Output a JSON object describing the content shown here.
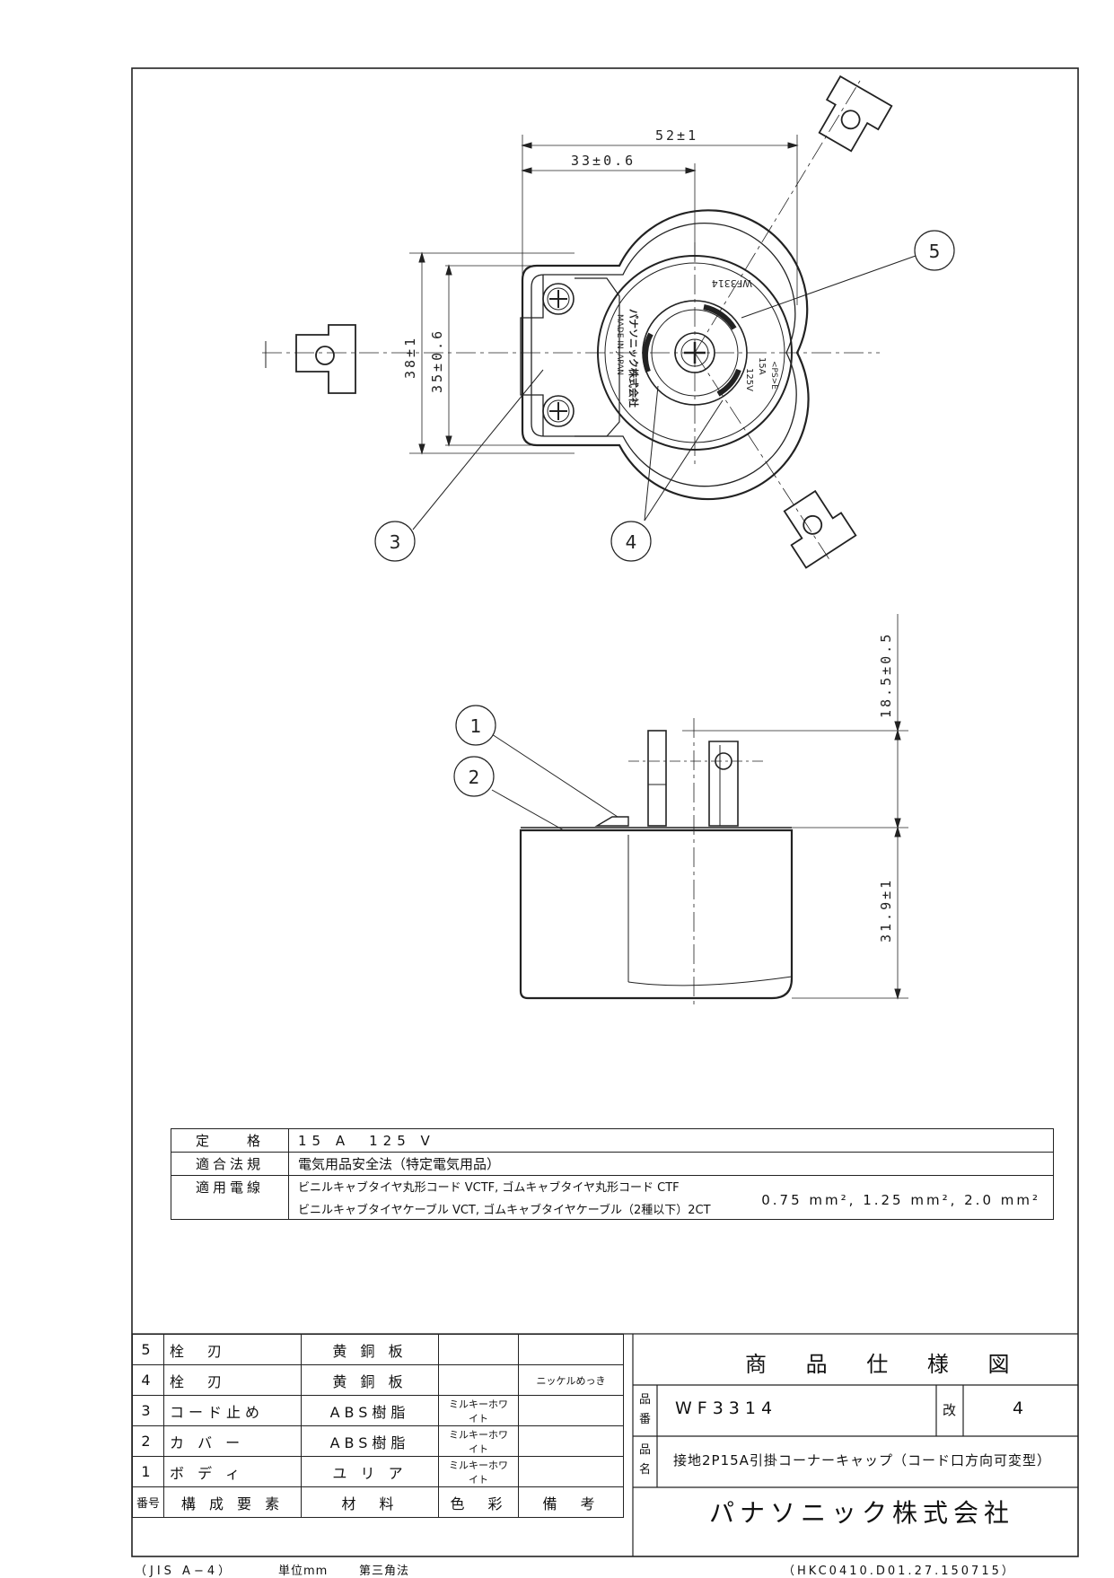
{
  "dimensions": {
    "width_total": "52±1",
    "width_center": "33±0.6",
    "height_total": "38±1",
    "height_inner": "35±0.6",
    "blade_height": "18.5±0.5",
    "body_height": "31.9±1"
  },
  "plate_text": {
    "brand": "パナソニック株式会社",
    "made_in": "MADE IN JAPAN",
    "model": "WF3314",
    "rating_a": "15A",
    "rating_v": "125V",
    "ps_mark": "<PS>E"
  },
  "callouts": [
    "1",
    "2",
    "3",
    "4",
    "5"
  ],
  "spec": {
    "rows": [
      {
        "label": "定　　格",
        "value": "15 A　125 V"
      },
      {
        "label": "適合法規",
        "value": "電気用品安全法（特定電気用品）"
      },
      {
        "label": "適用電線",
        "value_line1": "ビニルキャブタイヤ丸形コード VCTF, ゴムキャブタイヤ丸形コード CTF",
        "value_line2": "ビニルキャブタイヤケーブル VCT, ゴムキャブタイヤケーブル（2種以下）2CT",
        "sizes": "0.75 mm², 1.25 mm², 2.0 mm²"
      }
    ]
  },
  "parts": [
    {
      "no": "5",
      "name": "栓　刃",
      "material": "黄 銅 板",
      "color": "",
      "note": ""
    },
    {
      "no": "4",
      "name": "栓　刃",
      "material": "黄 銅 板",
      "color": "",
      "note": "ニッケルめっき"
    },
    {
      "no": "3",
      "name": "コード止め",
      "material": "ABS樹脂",
      "color": "ミルキーホワイト",
      "note": ""
    },
    {
      "no": "2",
      "name": "カ バ ー",
      "material": "ABS樹脂",
      "color": "ミルキーホワイト",
      "note": ""
    },
    {
      "no": "1",
      "name": "ボ デ ィ",
      "material": "ユ リ ア",
      "color": "ミルキーホワイト",
      "note": ""
    }
  ],
  "parts_header": {
    "no": "番号",
    "name": "構 成 要 素",
    "material": "材　料",
    "color": "色　彩",
    "note": "備　考"
  },
  "title_block": {
    "title": "商 品 仕 様 図",
    "pn_label_1": "品",
    "pn_label_2": "番",
    "part_number": "WF3314",
    "rev_label": "改",
    "rev": "4",
    "name_label_1": "品",
    "name_label_2": "名",
    "product_name": "接地2P15A引掛コーナーキャップ（コード口方向可変型）",
    "company": "パナソニック株式会社"
  },
  "footer": {
    "standard": "（JIS A−4）",
    "unit": "単位mm",
    "projection": "第三角法",
    "code": "（HKC0410.D01.27.150715）"
  }
}
